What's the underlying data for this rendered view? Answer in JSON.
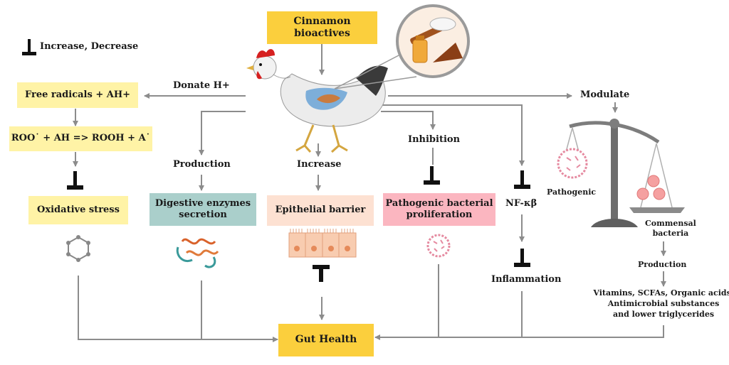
{
  "legend": {
    "text": "Increase, Decrease"
  },
  "nodes": {
    "cinnamon": "Cinnamon bioactives",
    "free_radicals": "Free radicals + AH+",
    "roo_reaction": "ROO˙ + AH => ROOH + A˙",
    "oxidative_stress": "Oxidative stress",
    "digestive_enzymes": [
      "Digestive enzymes",
      "secretion"
    ],
    "epithelial_barrier": "Epithelial barrier",
    "pathogenic_proliferation": [
      "Pathogenic bacterial",
      "proliferation"
    ],
    "nf_kb": "NF-κβ",
    "inflammation": "Inflammation",
    "gut_health": "Gut Health",
    "pathogenic": "Pathogenic",
    "commensal": [
      "Commensal",
      "bacteria"
    ],
    "production_right": "Production",
    "outputs": [
      "Vitamins, SCFAs, Organic acids,",
      "Antimicrobial substances",
      "and lower triglycerides"
    ]
  },
  "edge_labels": {
    "donate": "Donate H+",
    "production": "Production",
    "increase": "Increase",
    "inhibition": "Inhibition",
    "modulate": "Modulate"
  },
  "colors": {
    "yellow_box": "#fff3a6",
    "gold_box": "#fbcf3d",
    "teal_box": "#aacfcb",
    "peach_box": "#fde1d2",
    "pink_box": "#fbb6c0",
    "arrow": "#8c8c8c"
  }
}
